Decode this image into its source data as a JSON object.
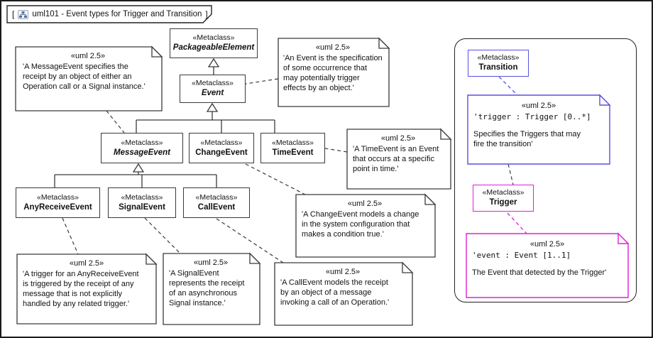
{
  "frame": {
    "open_bracket": "[",
    "close_bracket": "]",
    "title": "uml101 - Event types for Trigger and Transition"
  },
  "classes": {
    "packageable_element": {
      "stereotype": "«Metaclass»",
      "name": "PackageableElement"
    },
    "event": {
      "stereotype": "«Metaclass»",
      "name": "Event"
    },
    "message_event": {
      "stereotype": "«Metaclass»",
      "name": "MessageEvent"
    },
    "change_event": {
      "stereotype": "«Metaclass»",
      "name": "ChangeEvent"
    },
    "time_event": {
      "stereotype": "«Metaclass»",
      "name": "TimeEvent"
    },
    "any_receive_event": {
      "stereotype": "«Metaclass»",
      "name": "AnyReceiveEvent"
    },
    "signal_event": {
      "stereotype": "«Metaclass»",
      "name": "SignalEvent"
    },
    "call_event": {
      "stereotype": "«Metaclass»",
      "name": "CallEvent"
    },
    "transition": {
      "stereotype": "«Metaclass»",
      "name": "Transition"
    },
    "trigger": {
      "stereotype": "«Metaclass»",
      "name": "Trigger"
    }
  },
  "notes": {
    "message_event": {
      "stereotype": "«uml 2.5»",
      "body": "'A MessageEvent specifies the\nreceipt by an object of either an\nOperation call or a Signal instance.'"
    },
    "event": {
      "stereotype": "«uml 2.5»",
      "body": "'An Event is the specification\nof some occurrence that\nmay potentially trigger\neffects by an object.'"
    },
    "time_event": {
      "stereotype": "«uml 2.5»",
      "body": "'A TimeEvent is an Event\nthat occurs at a specific\npoint in time.'"
    },
    "change_event": {
      "stereotype": "«uml 2.5»",
      "body": "'A ChangeEvent models a change\nin the system configuration that\nmakes a condition true.'"
    },
    "any_receive_event": {
      "stereotype": "«uml 2.5»",
      "body": "'A trigger for an AnyReceiveEvent\nis triggered by the receipt of any\nmessage that is not explicitly\nhandled by any related trigger.'"
    },
    "signal_event": {
      "stereotype": "«uml 2.5»",
      "body": "'A SignalEvent\nrepresents the receipt\nof an asynchronous\nSignal instance.'"
    },
    "call_event": {
      "stereotype": "«uml 2.5»",
      "body": "'A CallEvent models the receipt\nby an object of a message\ninvoking a call of an Operation.'"
    },
    "transition_trigger": {
      "stereotype": "«uml 2.5»",
      "attribute": "'trigger : Trigger [0..*]",
      "description": "Specifies the Triggers that may\nfire the transition'"
    },
    "trigger_event": {
      "stereotype": "«uml 2.5»",
      "attribute": "'event : Event [1..1]",
      "description": "The Event that detected by the Trigger'"
    }
  },
  "colors": {
    "transition_accent": "#5a4fe0",
    "trigger_accent": "#e01ed8",
    "box_border": "#3a3a3a",
    "frame_border": "#1a1a1a"
  }
}
